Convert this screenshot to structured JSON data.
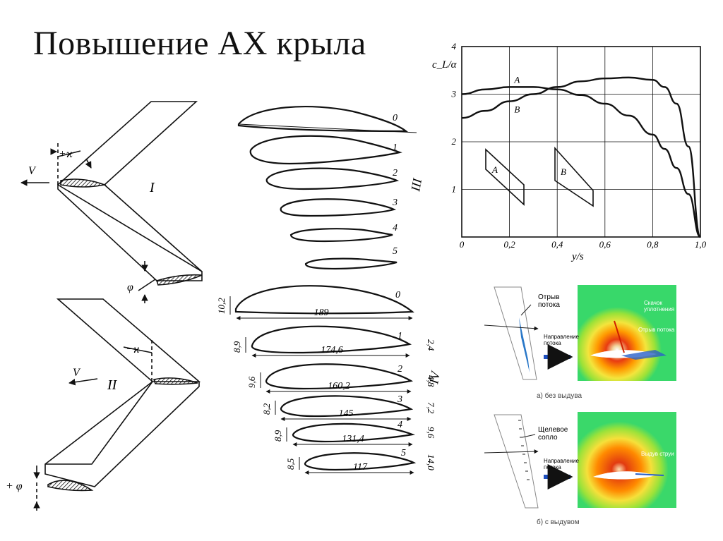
{
  "title": "Повышение АХ крыла",
  "wings": {
    "upper": {
      "roman": "I",
      "velocity": "V",
      "angle": "+ϰ",
      "twist": "φ"
    },
    "lower": {
      "roman": "II",
      "velocity": "V",
      "angle": "−ϰ",
      "twist": "+ φ"
    }
  },
  "profiles_top": {
    "roman": "III",
    "labels": [
      "0",
      "1",
      "2",
      "3",
      "4",
      "5"
    ]
  },
  "profiles_bottom": {
    "roman": "IV",
    "labels": [
      "0",
      "1",
      "2",
      "3",
      "4",
      "5"
    ],
    "chords": [
      "189",
      "174,6",
      "160,2",
      "145",
      "131,4",
      "117"
    ],
    "left_thickness": [
      "10,2",
      "8,9",
      "9,6",
      "8,2",
      "8,9",
      "8,5"
    ],
    "right_thickness": [
      "2,4",
      "4,8",
      "7,2",
      "9,6",
      "14,0"
    ]
  },
  "chart_data": {
    "type": "line",
    "xlabel": "y/s",
    "ylabel": "c_L/α",
    "xlim": [
      0,
      1.0
    ],
    "ylim": [
      0,
      4
    ],
    "x_ticks": [
      "0",
      "0,2",
      "0,4",
      "0,6",
      "0,8",
      "1,0"
    ],
    "y_ticks": [
      "1",
      "2",
      "3",
      "4"
    ],
    "grid": true,
    "series": [
      {
        "name": "A",
        "x": [
          0,
          0.1,
          0.2,
          0.3,
          0.4,
          0.5,
          0.6,
          0.7,
          0.8,
          0.85,
          0.9,
          0.95,
          1.0
        ],
        "y": [
          3.0,
          3.1,
          3.15,
          3.15,
          3.1,
          2.98,
          2.8,
          2.55,
          2.15,
          1.85,
          1.45,
          0.9,
          0.0
        ]
      },
      {
        "name": "B",
        "x": [
          0,
          0.1,
          0.2,
          0.3,
          0.4,
          0.5,
          0.6,
          0.7,
          0.8,
          0.85,
          0.9,
          0.95,
          1.0
        ],
        "y": [
          2.5,
          2.65,
          2.85,
          3.0,
          3.15,
          3.27,
          3.33,
          3.35,
          3.3,
          3.15,
          2.8,
          1.9,
          0.0
        ]
      }
    ],
    "insets": [
      "A",
      "B"
    ]
  },
  "cfd": {
    "panel_a": {
      "label_flow_sep": "Отрыв\nпотока",
      "label_direction": "Направление\nпотока",
      "label_shock": "Скачок\nуплотнения",
      "label_sep2": "Отрыв потока",
      "caption": "а) без выдува"
    },
    "panel_b": {
      "label_nozzle": "Щелевое\nсопло",
      "label_direction": "Направление\nпотока",
      "label_jet": "Выдув струи",
      "caption": "б) с выдувом"
    }
  }
}
